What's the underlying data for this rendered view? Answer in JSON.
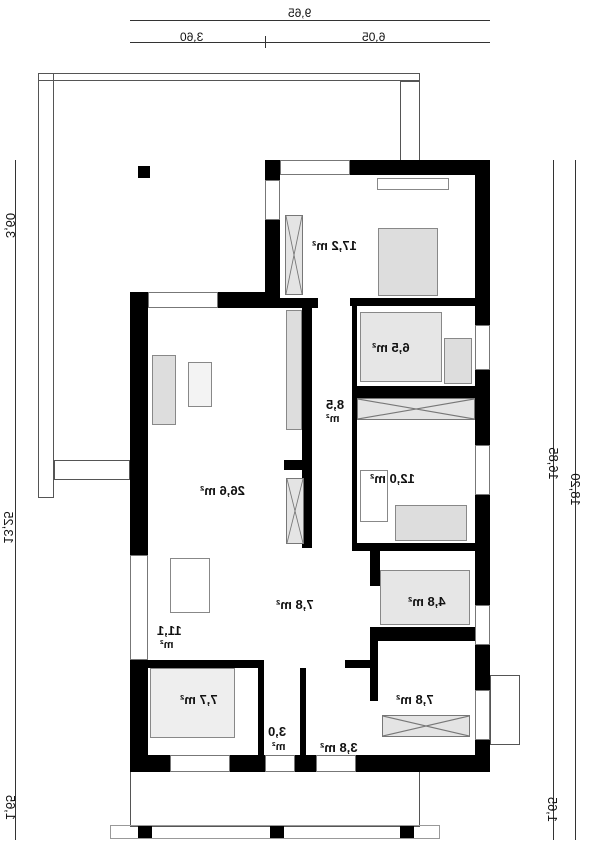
{
  "dimensions": {
    "total_width": "9,65",
    "width_left": "3,60",
    "width_right": "6,05",
    "left_top": "3,60",
    "left_main": "13,25",
    "left_bottom": "1,65",
    "right_house": "16,85",
    "right_total": "18,20",
    "right_bottom": "1,65"
  },
  "rooms": {
    "bedroom_master": "17,2 m²",
    "bathroom": "6,5 m²",
    "hall_value": "8,5",
    "hall_unit": "m²",
    "bedroom_2": "12,0 m²",
    "living": "26,6 m²",
    "entrance": "7,8 m²",
    "dining_value": "11,1",
    "dining_unit": "m²",
    "utility": "4,8 m²",
    "kitchen": "7,7 m²",
    "pantry_value": "3,0",
    "pantry_unit": "m²",
    "vestibule": "3,8 m²",
    "boiler_room": "7,8 m²"
  }
}
